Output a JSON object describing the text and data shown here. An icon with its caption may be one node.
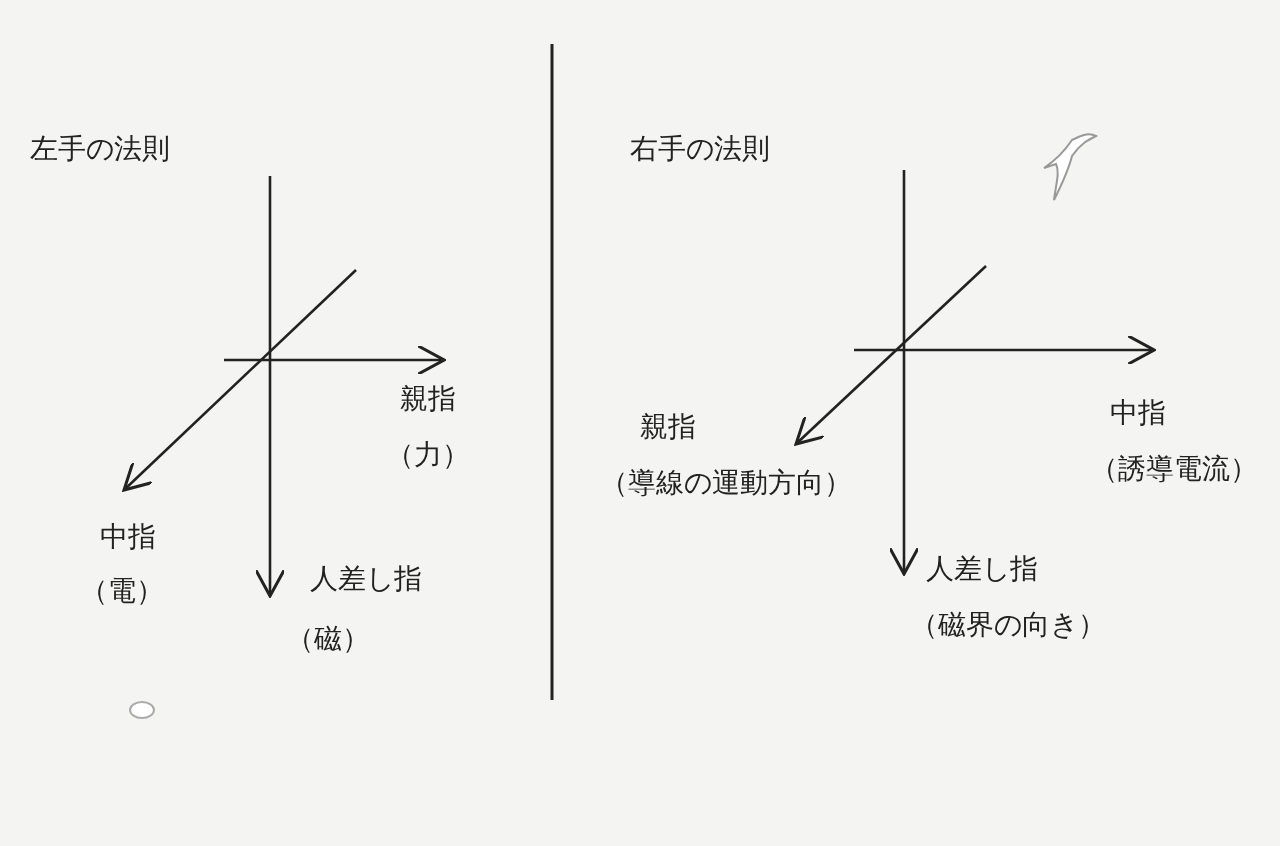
{
  "diagram": {
    "labels": [
      "左手の法則",
      "親指",
      "（力）",
      "中指",
      "（電）",
      "人差し指",
      "（磁）",
      "右手の法則",
      "親指",
      "（導線の運動方向）",
      "中指",
      "（誘導電流）",
      "人差し指",
      "（磁界の向き）"
    ]
  }
}
